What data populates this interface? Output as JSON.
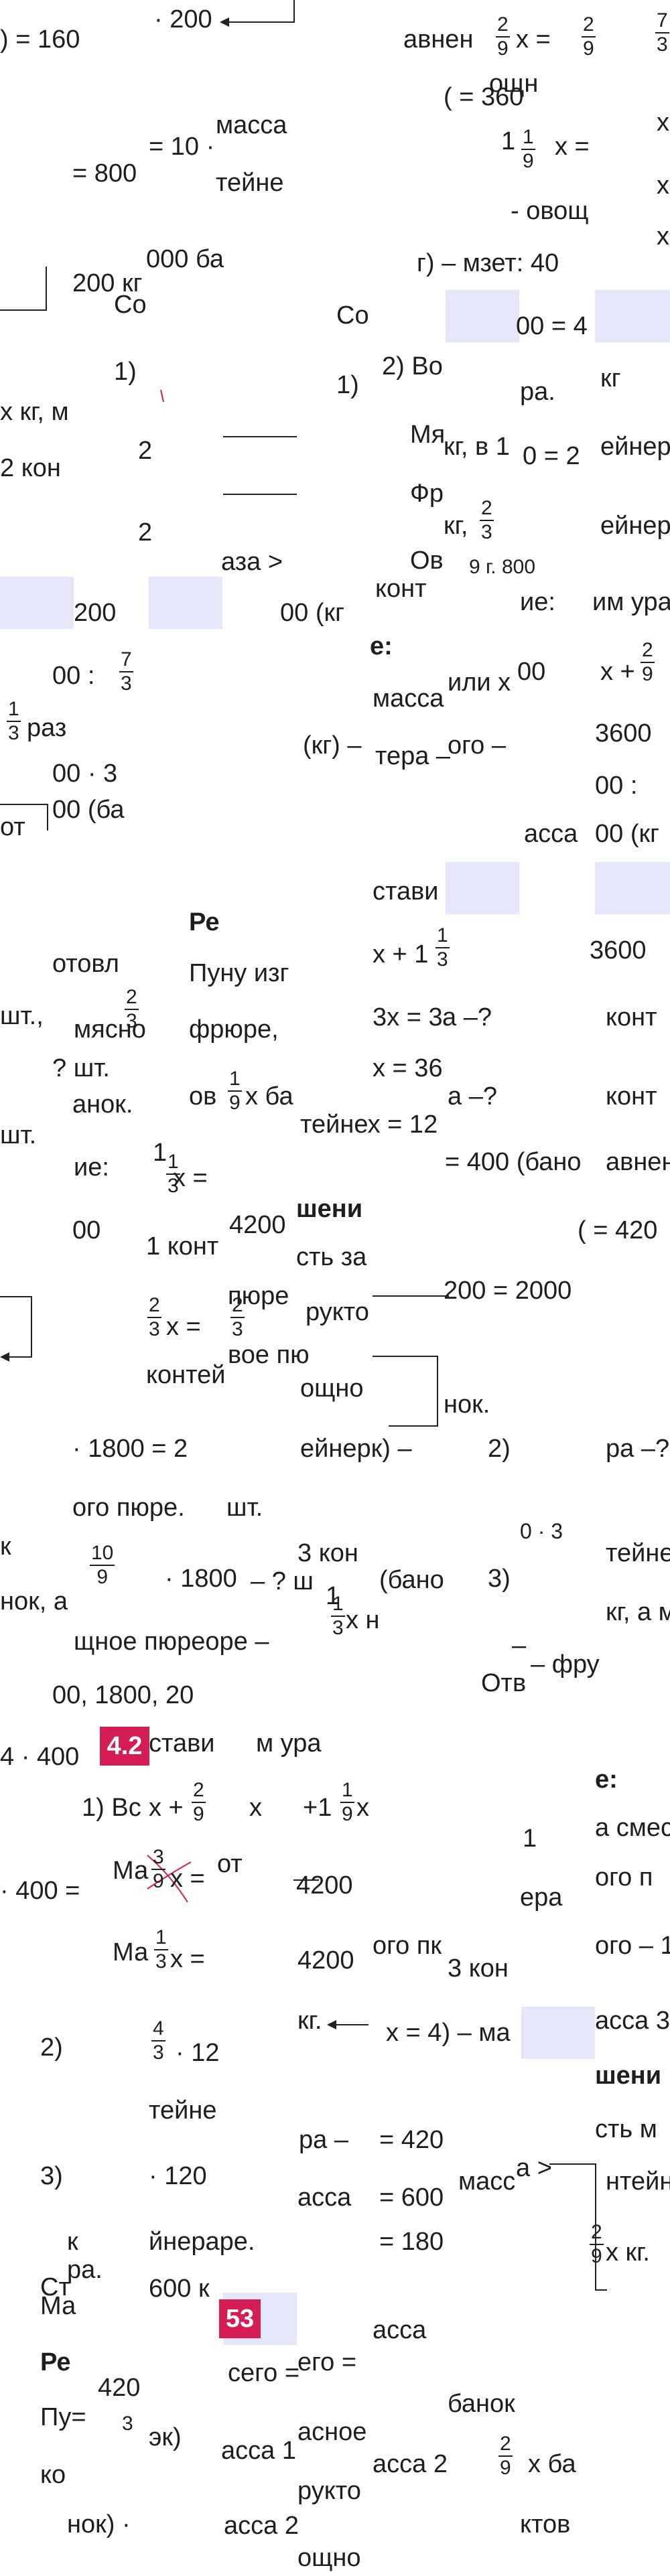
{
  "fragments": {
    "f01": ") = 160",
    "f02": "· 200",
    "f03": "авнен",
    "f04": "x =",
    "f05": "ощн",
    "f06": "масса",
    "f07": "= 800",
    "f08": "= 10 ·",
    "f09": "тейне",
    "f10": "( = 360",
    "f11": "1",
    "f12": "x =",
    "f13": "х",
    "f14": "х",
    "f15": "х",
    "f16": "- овощ",
    "f17": "000 ба",
    "f18": "г) – мзет: 40",
    "f19": "200 кг",
    "f20": "Со",
    "f21": "Со",
    "f22": "00 = 4",
    "f23": "1)",
    "f24": "1)",
    "f25": "2) Во",
    "f26": "кг",
    "f27": "х кг, м",
    "f28": "ра.",
    "f29": "2",
    "f30": "Мя",
    "f31": "кг, в 1",
    "f32": "0 = 2",
    "f33": "ейнер",
    "f34": "2 кон",
    "f35": "Фр",
    "f36": "2",
    "f37": "кг,",
    "f38": "ейнер",
    "f39": "аза >",
    "f40": "Ов",
    "f41": "9 г. 800",
    "f42": "200",
    "f43": "00 (кг",
    "f44": "конт",
    "f45": "ие:",
    "f46": "им ура",
    "f47": "е:",
    "f48": "00 :",
    "f49": "раз",
    "f50": "масса",
    "f51": "или х",
    "f52": "00",
    "f53": "x +",
    "f54": "00 · 3",
    "f55": "(кг) –",
    "f56": "тера –",
    "f57": "ого –",
    "f58": "3600",
    "f59": "от",
    "f60": "00 (ба",
    "f61": "00 :",
    "f62": "асса",
    "f63": "00 (кг",
    "f64": "Ре",
    "f65": "стави",
    "f66": "Пуну изг",
    "f67": "отовл",
    "f68": "x + 1",
    "f69": "3600",
    "f70": "шт.,",
    "f71": "мясно",
    "f72": "фрюре,",
    "f73": "3x = 3",
    "f74": "а –?",
    "f75": "конт",
    "f76": "? шт.",
    "f77": "x = 36",
    "f78": "анок.",
    "f79": "ов",
    "f80": "x ба",
    "f81": "тейнех = 12",
    "f82": "а –?",
    "f83": "конт",
    "f84": "шт.",
    "f85": "ие:",
    "f86": "1",
    "f87": "x =",
    "f88": "= 400 (бано",
    "f89": "авнен",
    "f90": "00",
    "f91": "4200",
    "f92": "шени",
    "f93": "1 конт",
    "f94": "сть за",
    "f95": "( = 420",
    "f96": "пюре",
    "f97": "рукто",
    "f98": "200 = 2000",
    "f99": "x =",
    "f100": "контей",
    "f101": "вое пю",
    "f102": "ощно",
    "f103": "нок.",
    "f104": "· 1800 = 2",
    "f105": "ейнерк) –",
    "f106": "2)",
    "f107": "ра –?",
    "f108": "ого пюре.",
    "f109": "шт.",
    "f110": "к",
    "f111": "0 · 3",
    "f112": "тейне",
    "f113": "· 1800",
    "f114": "– ? ш",
    "f115": "3 кон",
    "f116": "3)",
    "f117": "нок, а",
    "f118": "1",
    "f119": "x н",
    "f120": "(бано",
    "f121": "кг, а м",
    "f122": "щное пюреоре –",
    "f123": "–",
    "f124": "– фру",
    "f125": "00, 1800, 20",
    "f126": "Отв",
    "f127": "4 · 400",
    "f128": "стави",
    "f129": "м ура",
    "f130": "е:",
    "f131": "1) Вс",
    "f132": "x +",
    "f133": "x",
    "f134": "+1",
    "f135": "x",
    "f136": "а смес",
    "f137": "1",
    "f138": "Ма",
    "f139": "x =",
    "f140": "от",
    "f141": "ого п",
    "f142": "· 400 =",
    "f143": "4200",
    "f144": "ера",
    "f145": "Ма",
    "f146": "x =",
    "f147": "4200",
    "f148": "ого пк",
    "f149": "ого – 1",
    "f150": "3 кон",
    "f151": "кг.",
    "f152": "x = 4) – ма",
    "f153": "асса 3",
    "f154": "2)",
    "f155": "· 12",
    "f156": "шени",
    "f157": "тейне",
    "f158": "ра –",
    "f159": "= 420",
    "f160": "сть м",
    "f161": "масс",
    "f162": "а >",
    "f163": "нтейн",
    "f164": "3)",
    "f165": "· 120",
    "f166": "асса",
    "f167": "= 600",
    "f168": "х кг.",
    "f169": "к",
    "f170": "йнераре.",
    "f171": "= 180",
    "f172": "Ст",
    "f173": "ра.",
    "f174": "600 к",
    "f175": "Ма",
    "f176": "асса",
    "f177": "Ре",
    "f178": "сего =",
    "f179": "его =",
    "f180": "Пу=",
    "f181": "420",
    "f182": "банок",
    "f183": "3",
    "f184": "эк)",
    "f185": "асса 1",
    "f186": "асное",
    "f187": "асса 2",
    "f188": "х ба",
    "f189": "ко",
    "f190": "рукто",
    "f191": "нок) ·",
    "f192": "асса 2",
    "f193": "ктов",
    "f194": "ощно"
  },
  "fractions": {
    "r1": {
      "num": "2",
      "den": "9"
    },
    "r2": {
      "num": "2",
      "den": "9"
    },
    "r3": {
      "num": "7",
      "den": "3"
    },
    "r4": {
      "num": "1",
      "den": "9"
    },
    "r5": {
      "num": "2",
      "den": "3"
    },
    "r6": {
      "num": "7",
      "den": "3"
    },
    "r7": {
      "num": "1",
      "den": "3"
    },
    "r8": {
      "num": "2",
      "den": "9"
    },
    "r9": {
      "num": "2",
      "den": "3"
    },
    "r10": {
      "num": "1",
      "den": "3"
    },
    "r11": {
      "num": "1",
      "den": "9"
    },
    "r12": {
      "num": "1",
      "den": "3"
    },
    "r13": {
      "num": "2",
      "den": "3"
    },
    "r14": {
      "num": "2",
      "den": "3"
    },
    "r15": {
      "num": "10",
      "den": "9"
    },
    "r16": {
      "num": "1",
      "den": "3"
    },
    "r17": {
      "num": "2",
      "den": "9"
    },
    "r18": {
      "num": "1",
      "den": "9"
    },
    "r19": {
      "num": "3",
      "den": "9"
    },
    "r20": {
      "num": "1",
      "den": "3"
    },
    "r21": {
      "num": "4",
      "den": "3"
    },
    "r22": {
      "num": "2",
      "den": "9"
    },
    "r23": {
      "num": "2",
      "den": "9"
    }
  },
  "badges": {
    "b1": "4.2",
    "b2": "53"
  },
  "colors": {
    "band": "#e6e6fb",
    "badge": "#d51d55"
  }
}
